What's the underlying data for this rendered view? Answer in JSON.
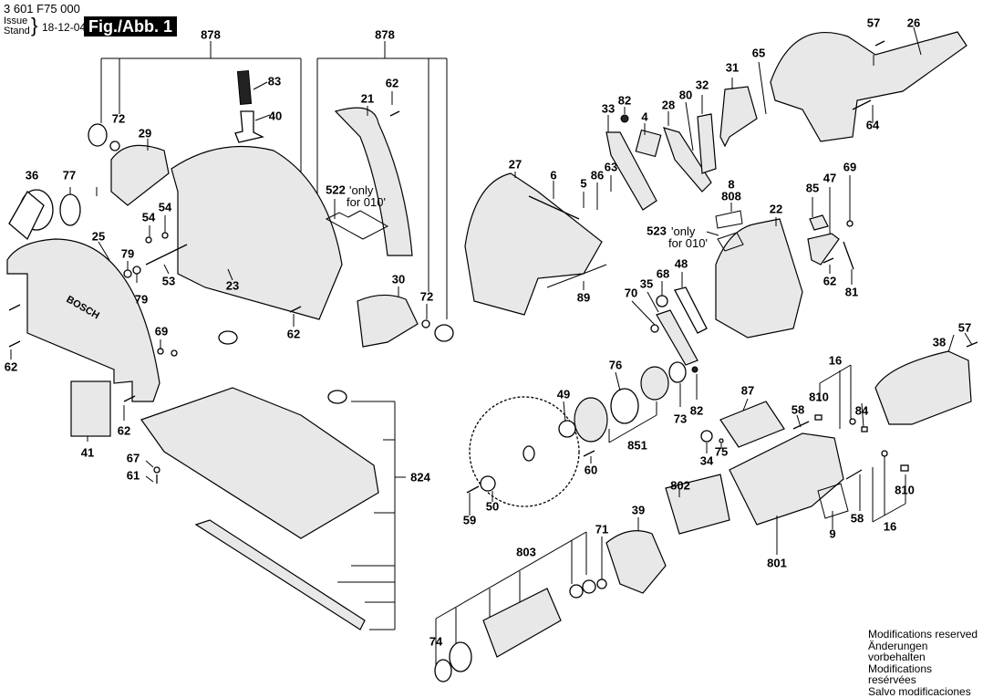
{
  "header": {
    "part_number": "3 601 F75 000",
    "issue_label": "Issue",
    "stand_label": "Stand",
    "issue_date": "18-12-04",
    "figure_label": "Fig./Abb. 1"
  },
  "notes": [
    "Modifications reserved",
    "Änderungen vorbehalten",
    "Modifications resérvées",
    "Salvo modificaciones"
  ],
  "annotations": {
    "n522": "'only",
    "n522b": "for 010'",
    "n523": "'only",
    "n523b": "for 010'"
  },
  "labels": [
    {
      "id": "878a",
      "text": "878"
    },
    {
      "id": "878b",
      "text": "878"
    },
    {
      "id": "83",
      "text": "83"
    },
    {
      "id": "40",
      "text": "40"
    },
    {
      "id": "72a",
      "text": "72"
    },
    {
      "id": "29",
      "text": "29"
    },
    {
      "id": "36",
      "text": "36"
    },
    {
      "id": "77",
      "text": "77"
    },
    {
      "id": "54a",
      "text": "54"
    },
    {
      "id": "54b",
      "text": "54"
    },
    {
      "id": "25",
      "text": "25"
    },
    {
      "id": "79a",
      "text": "79"
    },
    {
      "id": "79b",
      "text": "79"
    },
    {
      "id": "53",
      "text": "53"
    },
    {
      "id": "23",
      "text": "23"
    },
    {
      "id": "62a",
      "text": "62"
    },
    {
      "id": "62b",
      "text": "62"
    },
    {
      "id": "62c",
      "text": "62"
    },
    {
      "id": "62d",
      "text": "62"
    },
    {
      "id": "62e",
      "text": "62"
    },
    {
      "id": "21",
      "text": "21"
    },
    {
      "id": "522",
      "text": "522"
    },
    {
      "id": "30",
      "text": "30"
    },
    {
      "id": "72b",
      "text": "72"
    },
    {
      "id": "69a",
      "text": "69"
    },
    {
      "id": "41",
      "text": "41"
    },
    {
      "id": "67",
      "text": "67"
    },
    {
      "id": "61",
      "text": "61"
    },
    {
      "id": "824",
      "text": "824"
    },
    {
      "id": "27",
      "text": "27"
    },
    {
      "id": "6",
      "text": "6"
    },
    {
      "id": "5",
      "text": "5"
    },
    {
      "id": "86",
      "text": "86"
    },
    {
      "id": "63",
      "text": "63"
    },
    {
      "id": "33",
      "text": "33"
    },
    {
      "id": "82a",
      "text": "82"
    },
    {
      "id": "4",
      "text": "4"
    },
    {
      "id": "28",
      "text": "28"
    },
    {
      "id": "80",
      "text": "80"
    },
    {
      "id": "32",
      "text": "32"
    },
    {
      "id": "31",
      "text": "31"
    },
    {
      "id": "65",
      "text": "65"
    },
    {
      "id": "57a",
      "text": "57"
    },
    {
      "id": "26",
      "text": "26"
    },
    {
      "id": "64",
      "text": "64"
    },
    {
      "id": "8",
      "text": "8"
    },
    {
      "id": "808",
      "text": "808"
    },
    {
      "id": "523",
      "text": "523"
    },
    {
      "id": "22",
      "text": "22"
    },
    {
      "id": "85",
      "text": "85"
    },
    {
      "id": "47",
      "text": "47"
    },
    {
      "id": "69b",
      "text": "69"
    },
    {
      "id": "81",
      "text": "81"
    },
    {
      "id": "89",
      "text": "89"
    },
    {
      "id": "70",
      "text": "70"
    },
    {
      "id": "35",
      "text": "35"
    },
    {
      "id": "68",
      "text": "68"
    },
    {
      "id": "48",
      "text": "48"
    },
    {
      "id": "76",
      "text": "76"
    },
    {
      "id": "49",
      "text": "49"
    },
    {
      "id": "73",
      "text": "73"
    },
    {
      "id": "82b",
      "text": "82"
    },
    {
      "id": "851",
      "text": "851"
    },
    {
      "id": "60",
      "text": "60"
    },
    {
      "id": "87",
      "text": "87"
    },
    {
      "id": "34",
      "text": "34"
    },
    {
      "id": "75",
      "text": "75"
    },
    {
      "id": "59",
      "text": "59"
    },
    {
      "id": "50",
      "text": "50"
    },
    {
      "id": "802",
      "text": "802"
    },
    {
      "id": "39",
      "text": "39"
    },
    {
      "id": "71",
      "text": "71"
    },
    {
      "id": "803",
      "text": "803"
    },
    {
      "id": "74",
      "text": "74"
    },
    {
      "id": "801",
      "text": "801"
    },
    {
      "id": "9",
      "text": "9"
    },
    {
      "id": "58a",
      "text": "58"
    },
    {
      "id": "58b",
      "text": "58"
    },
    {
      "id": "16a",
      "text": "16"
    },
    {
      "id": "16b",
      "text": "16"
    },
    {
      "id": "810a",
      "text": "810"
    },
    {
      "id": "810b",
      "text": "810"
    },
    {
      "id": "84",
      "text": "84"
    },
    {
      "id": "38",
      "text": "38"
    },
    {
      "id": "57b",
      "text": "57"
    }
  ]
}
